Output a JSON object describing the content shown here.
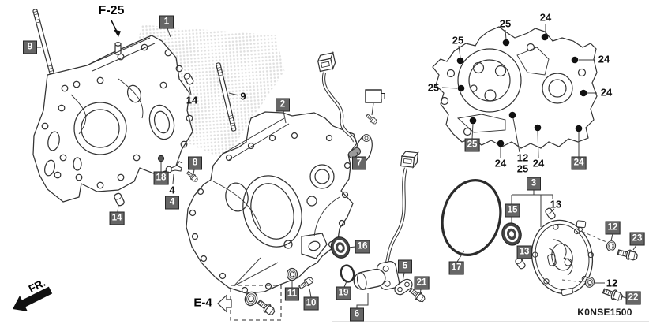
{
  "diagram": {
    "code": "K0NSE1500",
    "front_marker": "FR.",
    "refs": {
      "f25": "F-25",
      "e4": "E-4"
    },
    "callouts": {
      "boxed": [
        {
          "label": "9"
        },
        {
          "label": "1"
        },
        {
          "label": "2"
        },
        {
          "label": "14"
        },
        {
          "label": "4"
        },
        {
          "label": "8"
        },
        {
          "label": "18"
        },
        {
          "label": "7"
        },
        {
          "label": "16"
        },
        {
          "label": "19"
        },
        {
          "label": "6"
        },
        {
          "label": "10"
        },
        {
          "label": "11"
        },
        {
          "label": "5"
        },
        {
          "label": "21"
        },
        {
          "label": "17"
        },
        {
          "label": "25"
        },
        {
          "label": "24"
        },
        {
          "label": "3"
        },
        {
          "label": "15"
        },
        {
          "label": "13"
        },
        {
          "label": "12"
        },
        {
          "label": "23"
        },
        {
          "label": "22"
        }
      ],
      "plain": [
        {
          "label": "14"
        },
        {
          "label": "9"
        },
        {
          "label": "4"
        },
        {
          "label": "13"
        },
        {
          "label": "12"
        },
        {
          "label": "25"
        },
        {
          "label": "25"
        },
        {
          "label": "25"
        },
        {
          "label": "25"
        },
        {
          "label": "12"
        },
        {
          "label": "24"
        },
        {
          "label": "24"
        },
        {
          "label": "24"
        },
        {
          "label": "24"
        },
        {
          "label": "24"
        }
      ]
    }
  }
}
